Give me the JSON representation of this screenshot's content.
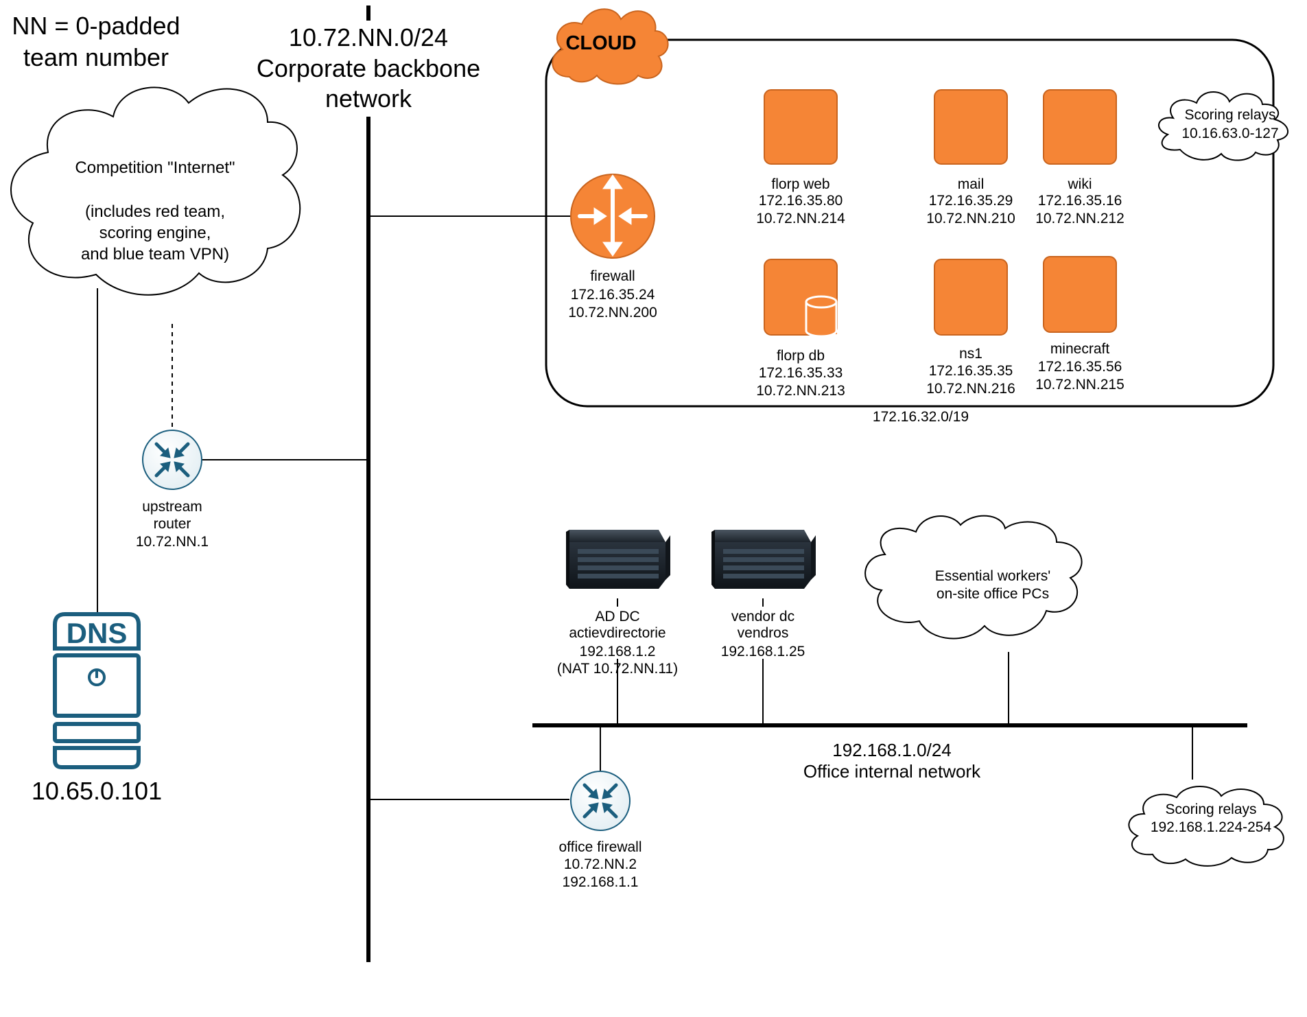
{
  "legend": {
    "line1": "NN = 0-padded",
    "line2": "team number"
  },
  "backbone": {
    "line1": "10.72.NN.0/24",
    "line2": "Corporate backbone",
    "line3": "network"
  },
  "internet_cloud": {
    "line1": "Competition \"Internet\"",
    "line2": "(includes red team,",
    "line3": "scoring engine,",
    "line4": "and blue team VPN)"
  },
  "dns": {
    "badge": "DNS",
    "ip": "10.65.0.101"
  },
  "upstream_router": {
    "line1": "upstream",
    "line2": "router",
    "line3": "10.72.NN.1"
  },
  "cloud_zone": {
    "badge": "CLOUD",
    "subnet": "172.16.32.0/19",
    "firewall": {
      "name": "firewall",
      "ip1": "172.16.35.24",
      "ip2": "10.72.NN.200"
    },
    "hosts": [
      {
        "name": "florp web",
        "ip1": "172.16.35.80",
        "ip2": "10.72.NN.214"
      },
      {
        "name": "mail",
        "ip1": "172.16.35.29",
        "ip2": "10.72.NN.210"
      },
      {
        "name": "wiki",
        "ip1": "172.16.35.16",
        "ip2": "10.72.NN.212"
      },
      {
        "name": "florp db",
        "ip1": "172.16.35.33",
        "ip2": "10.72.NN.213"
      },
      {
        "name": "ns1",
        "ip1": "172.16.35.35",
        "ip2": "10.72.NN.216"
      },
      {
        "name": "minecraft",
        "ip1": "172.16.35.56",
        "ip2": "10.72.NN.215"
      }
    ],
    "scoring_relays": {
      "line1": "Scoring relays",
      "line2": "10.16.63.0-127"
    }
  },
  "office": {
    "network_line1": "192.168.1.0/24",
    "network_line2": "Office internal network",
    "ad_dc": {
      "line1": "AD DC",
      "line2": "actievdirectorie",
      "line3": "192.168.1.2",
      "line4": "(NAT 10.72.NN.11)"
    },
    "vendor_dc": {
      "line1": "vendor dc",
      "line2": "vendros",
      "line3": "192.168.1.25"
    },
    "workers_cloud": {
      "line1": "Essential workers'",
      "line2": "on-site office PCs"
    },
    "scoring_relays": {
      "line1": "Scoring relays",
      "line2": "192.168.1.224-254"
    },
    "office_firewall": {
      "line1": "office firewall",
      "line2": "10.72.NN.2",
      "line3": "192.168.1.1"
    }
  },
  "colors": {
    "aws_orange": "#f58536",
    "aws_orange_dark": "#c9641e",
    "router_blue": "#1b5e7e",
    "line": "#000000"
  }
}
